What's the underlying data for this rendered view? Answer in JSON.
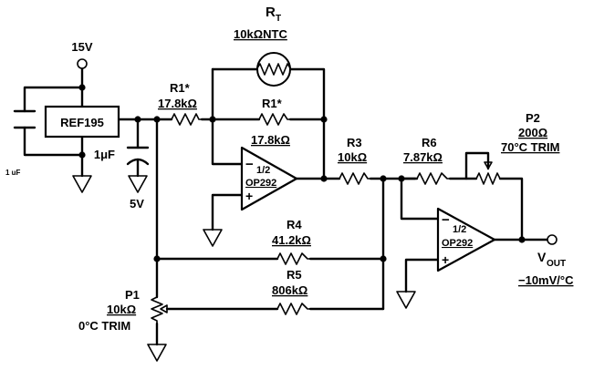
{
  "components": {
    "supply": {
      "label": "15V"
    },
    "ref": {
      "label": "REF195"
    },
    "cap_in": {
      "label": "1 uF"
    },
    "cap_out": {
      "label": "1μF"
    },
    "ref_out": {
      "label": "5V"
    },
    "rt": {
      "ref": "R",
      "sub": "T",
      "value": "10kΩNTC"
    },
    "r1a": {
      "ref": "R1*",
      "value": "17.8kΩ"
    },
    "r1b": {
      "ref": "R1*",
      "value": "17.8kΩ"
    },
    "r3": {
      "ref": "R3",
      "value": "10kΩ"
    },
    "r6": {
      "ref": "R6",
      "value": "7.87kΩ"
    },
    "p2": {
      "ref": "P2",
      "value": "200Ω",
      "note": "70°C TRIM"
    },
    "r4": {
      "ref": "R4",
      "value": "41.2kΩ"
    },
    "r5": {
      "ref": "R5",
      "value": "806kΩ"
    },
    "p1": {
      "ref": "P1",
      "value": "10kΩ",
      "note": "0°C TRIM"
    },
    "opamp1": {
      "half": "1/2",
      "name": "OP292",
      "minus": "−",
      "plus": "+"
    },
    "opamp2": {
      "half": "1/2",
      "name": "OP292",
      "minus": "−",
      "plus": "+"
    },
    "output": {
      "main": "V",
      "sub": "OUT",
      "scale": "−10mV/°C"
    }
  }
}
